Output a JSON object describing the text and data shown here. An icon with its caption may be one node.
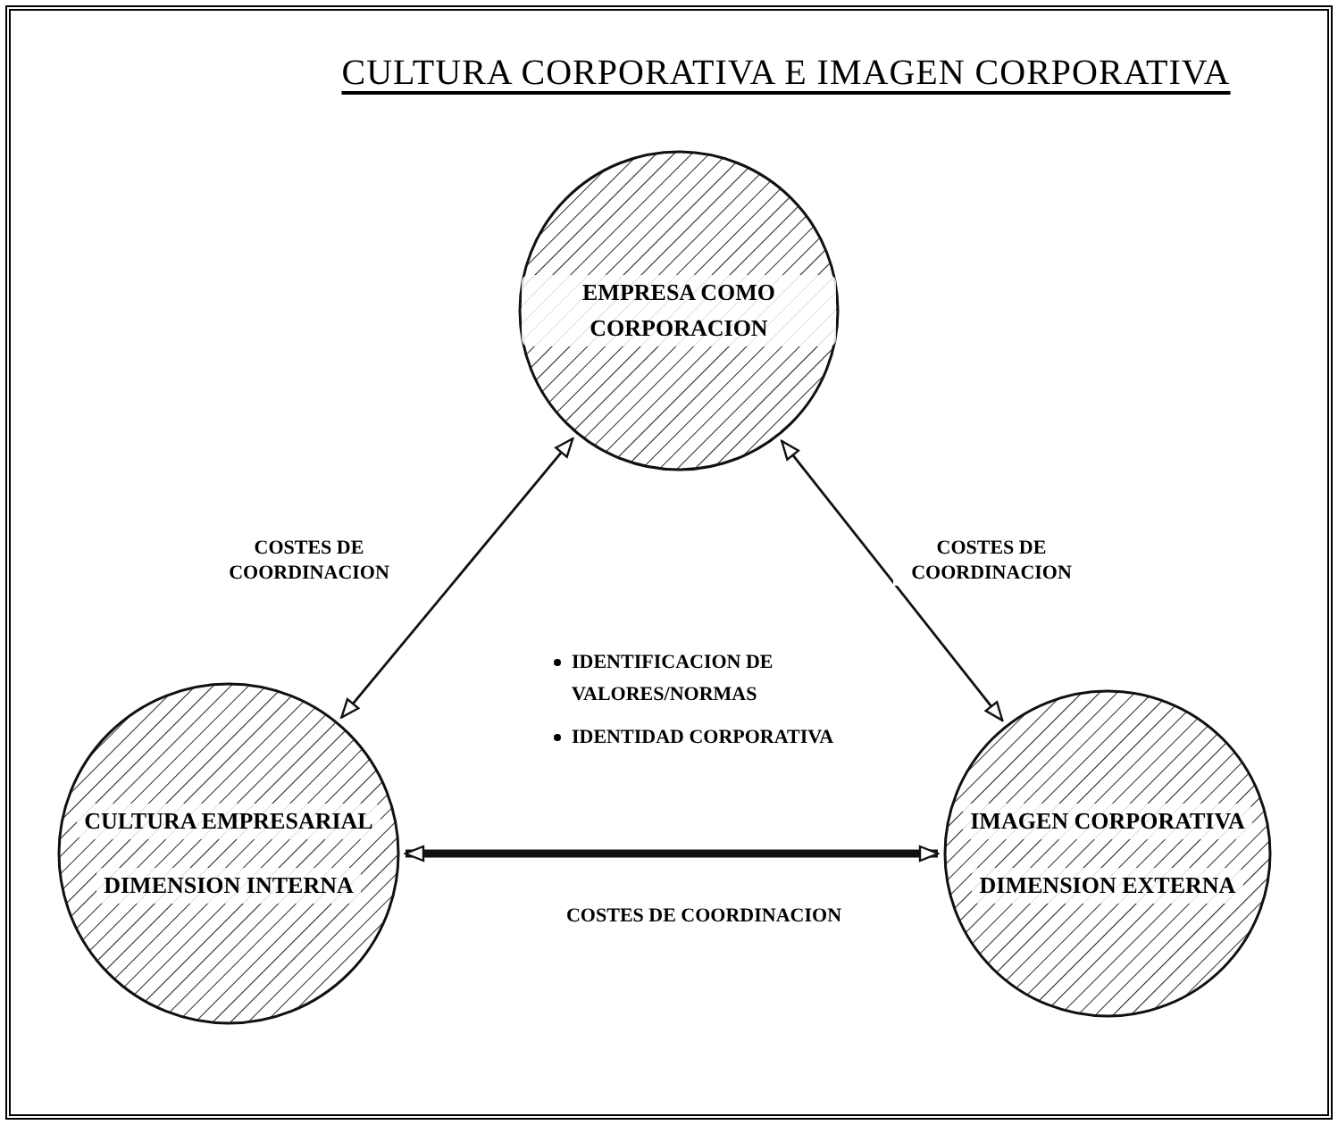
{
  "diagram": {
    "title": "CULTURA CORPORATIVA E IMAGEN CORPORATIVA",
    "nodes": [
      {
        "text": [
          "EMPRESA COMO CORPORACION"
        ]
      },
      {
        "text": [
          "CULTURA EMPRESARIAL",
          "DIMENSION INTERNA"
        ]
      },
      {
        "text": [
          "IMAGEN CORPORATIVA",
          "DIMENSION EXTERNA"
        ]
      }
    ],
    "edges": [
      {
        "from": 1,
        "to": 0,
        "arrow": "both",
        "label": "COSTES DE COORDINACION"
      },
      {
        "from": 0,
        "to": 2,
        "arrow": "both",
        "label": "COSTES DE COORDINACION"
      },
      {
        "from": 1,
        "to": 2,
        "arrow": "both",
        "label": "COSTES DE COORDINACION",
        "style": "thick"
      }
    ],
    "labels": [
      "IDENTIFICACION DE VALORES/NORMAS",
      "IDENTIDAD CORPORATIVA"
    ]
  }
}
